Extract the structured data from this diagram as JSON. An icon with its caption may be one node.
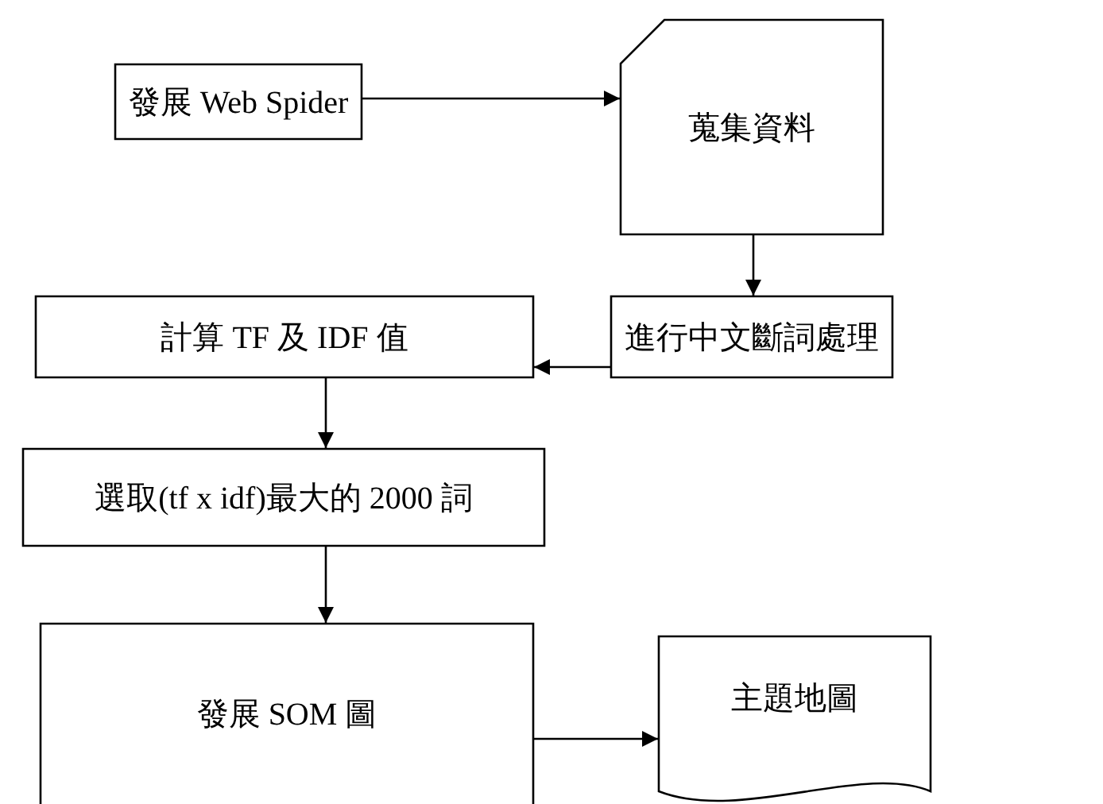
{
  "diagram": {
    "nodes": [
      {
        "text": [
          "發展 Web Spider"
        ]
      },
      {
        "text": [
          "蒐集資料"
        ]
      },
      {
        "text": [
          "進行中文斷詞處理"
        ]
      },
      {
        "text": [
          "計算 TF 及 IDF 值"
        ]
      },
      {
        "text": [
          "選取(tf x idf)最大的 2000 詞"
        ]
      },
      {
        "text": [
          "發展 SOM 圖"
        ]
      },
      {
        "text": [
          "主題地圖"
        ]
      }
    ],
    "edges": [
      {
        "from": 0,
        "to": 1,
        "arrow": "to"
      },
      {
        "from": 1,
        "to": 2,
        "arrow": "to"
      },
      {
        "from": 2,
        "to": 3,
        "arrow": "to"
      },
      {
        "from": 3,
        "to": 4,
        "arrow": "to"
      },
      {
        "from": 4,
        "to": 5,
        "arrow": "to"
      },
      {
        "from": 5,
        "to": 6,
        "arrow": "to"
      }
    ]
  }
}
